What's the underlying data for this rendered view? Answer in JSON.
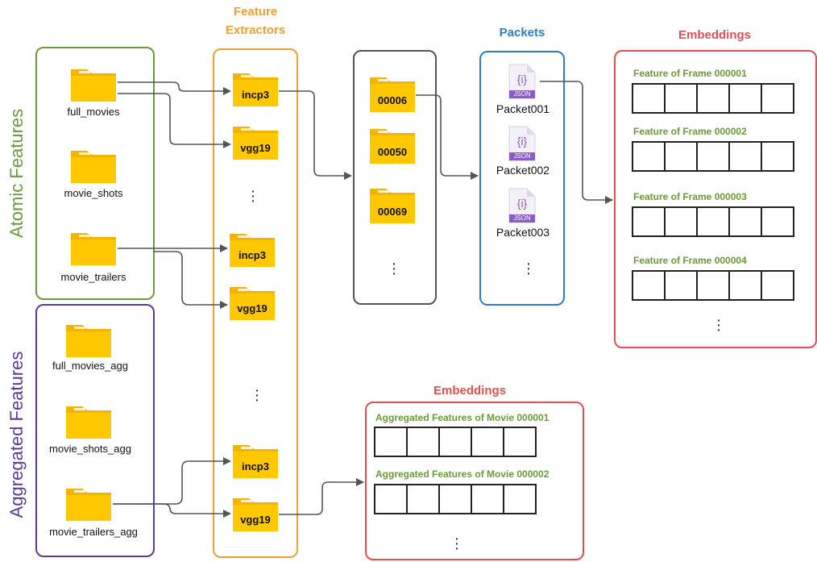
{
  "headings": {
    "feature_extractors": [
      "Feature",
      "Extractors"
    ],
    "packets": "Packets",
    "embeddings_top": "Embeddings",
    "embeddings_bottom": "Embeddings"
  },
  "side_titles": {
    "atomic": "Atomic Features",
    "aggregated": "Aggregated Features"
  },
  "atomic_sources": [
    "full_movies",
    "movie_shots",
    "movie_trailers"
  ],
  "aggregated_sources": [
    "full_movies_agg",
    "movie_shots_agg",
    "movie_trailers_agg"
  ],
  "extractors": [
    "incp3",
    "vgg19",
    "incp3",
    "vgg19",
    "incp3",
    "vgg19"
  ],
  "frame_folders": [
    "00006",
    "00050",
    "00069"
  ],
  "packets": [
    "Packet001",
    "Packet002",
    "Packet003"
  ],
  "json_tag": "JSON",
  "json_glyph": "{i}",
  "frame_features": [
    "Feature of Frame 000001",
    "Feature of Frame 000002",
    "Feature of Frame 000003",
    "Feature of Frame 000004"
  ],
  "movie_features": [
    "Aggregated Features of Movie 000001",
    "Aggregated Features of Movie 000002"
  ],
  "colors": {
    "atomic": "#6a9a3a",
    "aggregated": "#5b3a9e",
    "extractors": "#f0a030",
    "packets": "#2f7cc8",
    "embeddings": "#e05050",
    "frames": "#555555",
    "folder": "#ffc000",
    "json": "#8b5cc8"
  }
}
